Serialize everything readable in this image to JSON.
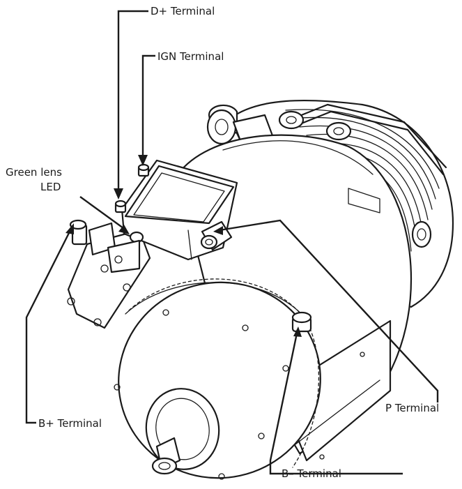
{
  "labels": {
    "d_plus": "D+ Terminal",
    "ign": "IGN Terminal",
    "green_lens_line1": "Green lens",
    "green_lens_line2": "LED",
    "b_plus": "B+ Terminal",
    "p_terminal": "P Terminal",
    "b_minus": "B– Terminal"
  }
}
